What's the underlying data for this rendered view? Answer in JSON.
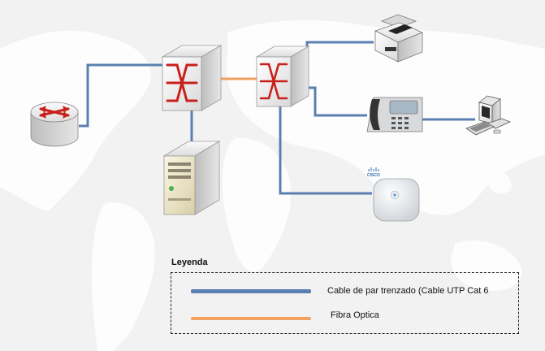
{
  "colors": {
    "utp": "#5b7fb0",
    "fibra": "#f0a060",
    "device_red": "#c8201a",
    "map_land": "#ffffff"
  },
  "devices": [
    {
      "name": "router",
      "icon": "router-icon"
    },
    {
      "name": "switch-1",
      "icon": "switch-icon"
    },
    {
      "name": "switch-2",
      "icon": "switch-icon"
    },
    {
      "name": "server",
      "icon": "server-icon"
    },
    {
      "name": "printer",
      "icon": "printer-icon"
    },
    {
      "name": "ip-phone",
      "icon": "ip-phone-icon"
    },
    {
      "name": "pc",
      "icon": "desktop-computer-icon"
    },
    {
      "name": "access-point",
      "icon": "wireless-access-point-icon"
    }
  ],
  "access_point_brand": "CISCO",
  "legend": {
    "title": "Leyenda",
    "items": [
      {
        "label": "Cable de par trenzado (Cable UTP Cat 6",
        "type": "utp"
      },
      {
        "label": "Fibra Optica",
        "type": "fibra"
      }
    ]
  }
}
